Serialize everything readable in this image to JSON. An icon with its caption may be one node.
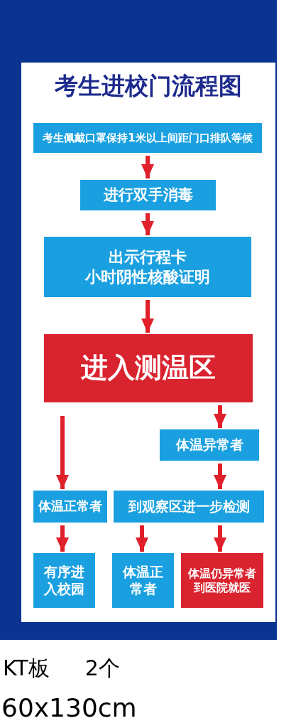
{
  "diagram": {
    "title": "考生进校门流程图",
    "nodes": [
      {
        "text": [
          "考生佩戴口罩保持1米以上间距门口排队等候"
        ]
      },
      {
        "text": [
          "进行双手消毒"
        ]
      },
      {
        "text": [
          "出示行程卡",
          "小时阴性核酸证明"
        ]
      },
      {
        "text": [
          "进入测温区"
        ]
      },
      {
        "text": [
          "体温异常者"
        ]
      },
      {
        "text": [
          "体温正常者"
        ]
      },
      {
        "text": [
          "到观察区进一步检测"
        ]
      },
      {
        "text": [
          "有序进入校园"
        ]
      },
      {
        "text": [
          "体温正常者"
        ]
      },
      {
        "text": [
          "体温仍异常者到医院就医"
        ]
      }
    ],
    "edges": [
      {
        "from": 0,
        "to": 1,
        "arrow": "to"
      },
      {
        "from": 1,
        "to": 2,
        "arrow": "to"
      },
      {
        "from": 2,
        "to": 3,
        "arrow": "to"
      },
      {
        "from": 3,
        "to": 4,
        "arrow": "to"
      },
      {
        "from": 3,
        "to": 5,
        "arrow": "to"
      },
      {
        "from": 4,
        "to": 6,
        "arrow": "to"
      },
      {
        "from": 5,
        "to": 7,
        "arrow": "to"
      },
      {
        "from": 6,
        "to": 8,
        "arrow": "to"
      },
      {
        "from": 6,
        "to": 9,
        "arrow": "to"
      }
    ],
    "labels": [
      "KT板",
      "2个",
      "60x130cm"
    ]
  }
}
